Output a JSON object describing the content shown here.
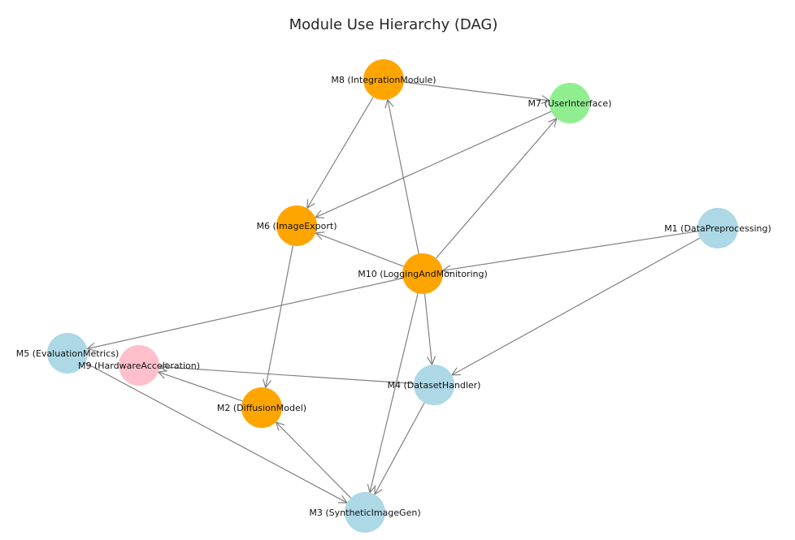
{
  "title": "Module Use Hierarchy (DAG)",
  "colors": {
    "blue": "#add8e6",
    "orange": "#ffa500",
    "green": "#90ee90",
    "pink": "#ffc0cb",
    "edge": "#808080"
  },
  "nodes": [
    {
      "id": "M1",
      "label": "M1 (DataPreprocessing)",
      "color": "blue"
    },
    {
      "id": "M2",
      "label": "M2 (DiffusionModel)",
      "color": "orange"
    },
    {
      "id": "M3",
      "label": "M3 (SyntheticImageGen)",
      "color": "blue"
    },
    {
      "id": "M4",
      "label": "M4 (DatasetHandler)",
      "color": "blue"
    },
    {
      "id": "M5",
      "label": "M5 (EvaluationMetrics)",
      "color": "blue"
    },
    {
      "id": "M6",
      "label": "M6 (ImageExport)",
      "color": "orange"
    },
    {
      "id": "M7",
      "label": "M7 (UserInterface)",
      "color": "green"
    },
    {
      "id": "M8",
      "label": "M8 (IntegrationModule)",
      "color": "orange"
    },
    {
      "id": "M9",
      "label": "M9 (HardwareAcceleration)",
      "color": "pink"
    },
    {
      "id": "M10",
      "label": "M10 (LoggingAndMonitoring)",
      "color": "orange"
    }
  ],
  "edges": [
    {
      "from": "M8",
      "to": "M7"
    },
    {
      "from": "M8",
      "to": "M6"
    },
    {
      "from": "M7",
      "to": "M6"
    },
    {
      "from": "M10",
      "to": "M8"
    },
    {
      "from": "M10",
      "to": "M7"
    },
    {
      "from": "M10",
      "to": "M6"
    },
    {
      "from": "M1",
      "to": "M10"
    },
    {
      "from": "M1",
      "to": "M4"
    },
    {
      "from": "M10",
      "to": "M5"
    },
    {
      "from": "M10",
      "to": "M4"
    },
    {
      "from": "M10",
      "to": "M3"
    },
    {
      "from": "M6",
      "to": "M2"
    },
    {
      "from": "M4",
      "to": "M9"
    },
    {
      "from": "M2",
      "to": "M9"
    },
    {
      "from": "M4",
      "to": "M3"
    },
    {
      "from": "M5",
      "to": "M3"
    },
    {
      "from": "M3",
      "to": "M2"
    }
  ]
}
